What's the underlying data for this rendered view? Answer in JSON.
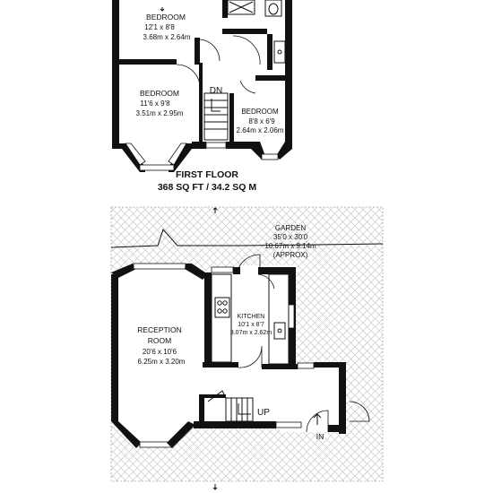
{
  "first_floor": {
    "title": "FIRST FLOOR",
    "area": "368 SQ FT / 34.2 SQ M",
    "rooms": [
      {
        "name": "BEDROOM",
        "imperial": "12'1 x 8'8",
        "metric": "3.68m x 2.64m"
      },
      {
        "name": "BEDROOM",
        "imperial": "11'6 x 9'8",
        "metric": "3.51m x 2.95m"
      },
      {
        "name": "BEDROOM",
        "imperial": "8'8 x 6'9",
        "metric": "2.64m x 2.06m"
      }
    ],
    "stairs_label": "DN"
  },
  "ground_floor": {
    "garden": {
      "name": "GARDEN",
      "imperial": "35'0 x 30'0",
      "metric": "10.67m x 9.14m",
      "note": "(APPROX)"
    },
    "reception": {
      "name_line1": "RECEPTION",
      "name_line2": "ROOM",
      "imperial": "20'6 x 10'6",
      "metric": "6.25m x 3.20m"
    },
    "kitchen": {
      "name": "KITCHEN",
      "imperial": "10'1 x 8'7",
      "metric": "3.07m x 2.62m"
    },
    "stairs_label": "UP",
    "entrance_label": "IN"
  },
  "colors": {
    "wall": "#111111",
    "hatch": "#bdbdbd",
    "background": "#ffffff"
  }
}
